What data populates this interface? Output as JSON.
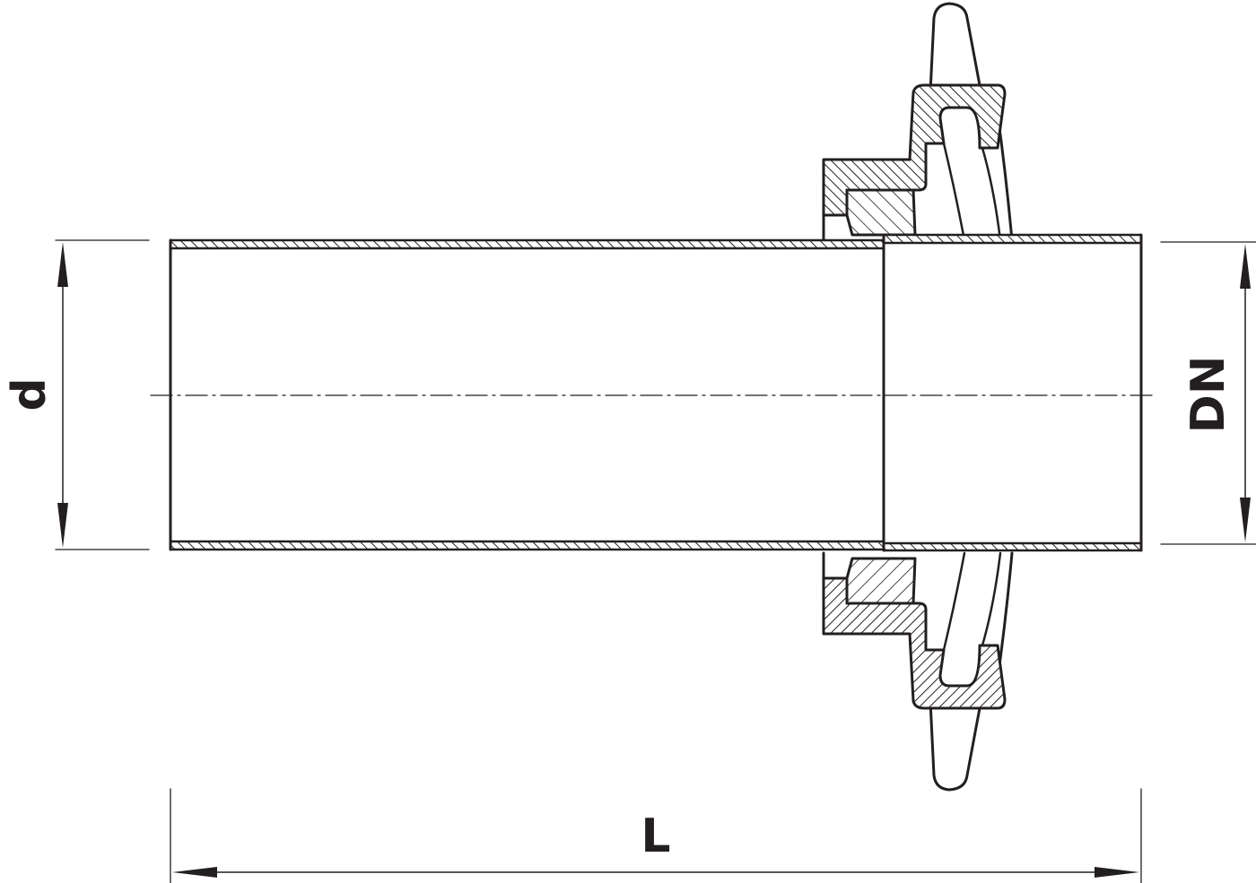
{
  "labels": {
    "d": "d",
    "dn": "DN",
    "l": "L"
  },
  "colors": {
    "line": "#231f20",
    "background": "#ffffff"
  }
}
